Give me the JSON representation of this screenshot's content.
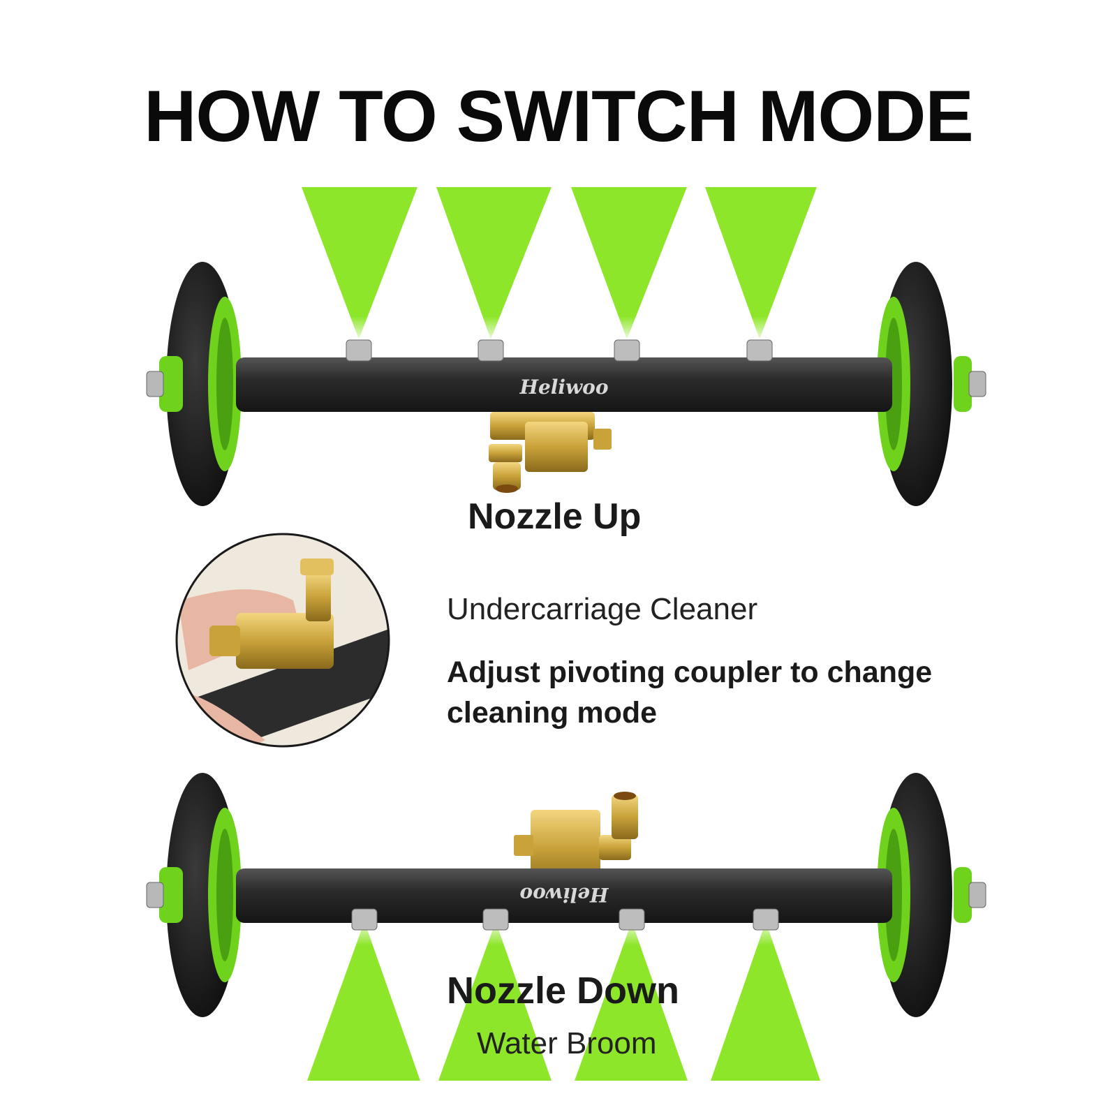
{
  "title": "HOW TO SWITCH MODE",
  "brand": "Heliwoo",
  "nozzle_up": {
    "label": "Nozzle Up"
  },
  "detail": {
    "product": "Undercarriage Cleaner",
    "instruction": "Adjust pivoting coupler to change cleaning mode"
  },
  "nozzle_down": {
    "label": "Nozzle Down",
    "mode": "Water Broom"
  },
  "colors": {
    "spray_green": "#8ee62a",
    "hub_green": "#6fd21c",
    "bar_black": "#2a2a2a",
    "brass": "#c9a23a"
  }
}
